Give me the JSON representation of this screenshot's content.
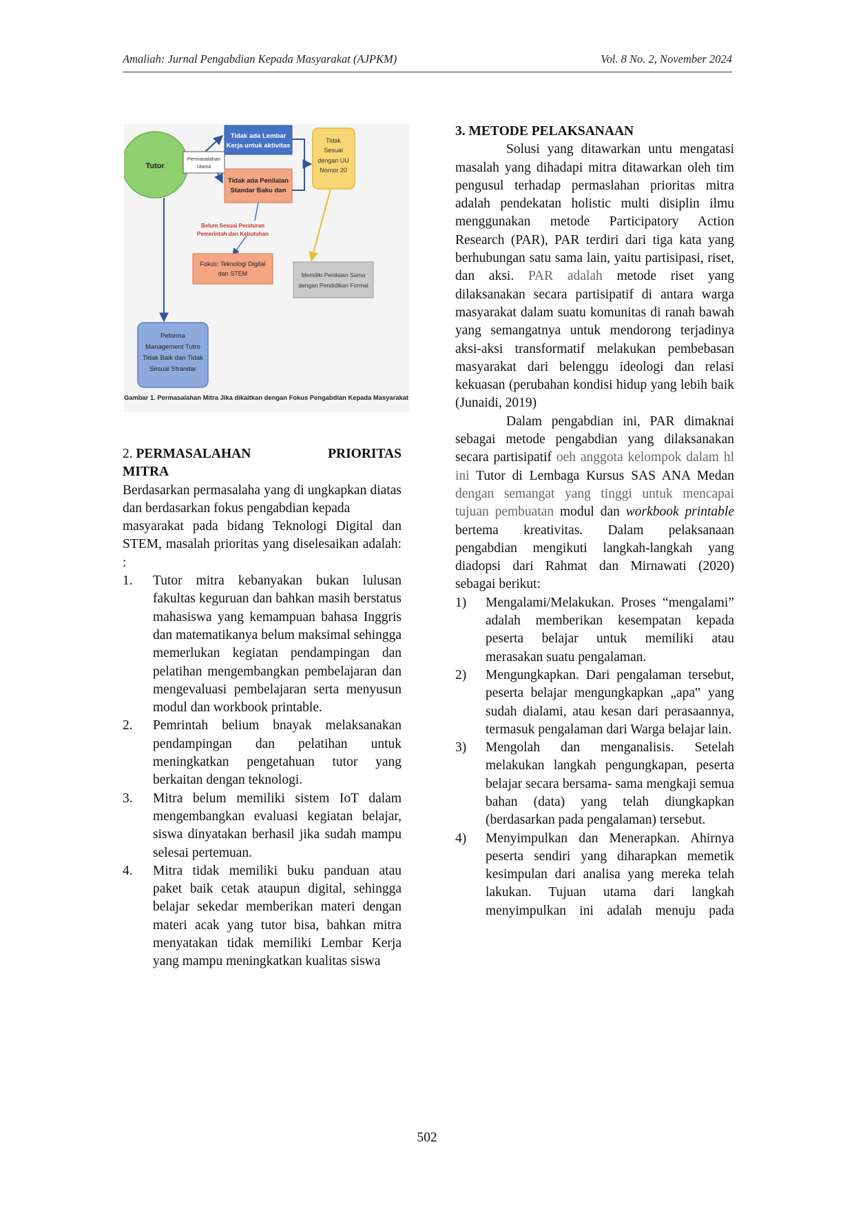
{
  "header": {
    "journal": "Amaliah: Jurnal Pengabdian Kepada Masyarakat (AJPKM)",
    "volume": "Vol. 8 No. 2, November 2024"
  },
  "figure": {
    "tutor": "Tutor",
    "permasalahan_l1": "Permasalahan",
    "permasalahan_l2": "Utama",
    "lembar_l1": "Tidak ada Lembar",
    "lembar_l2": "Kerja untuk aktivitas",
    "penilaian_l1": "Tidak ada Penilaian",
    "penilaian_l2": "Standar Baku dan",
    "sesuai_l1": "Tidak",
    "sesuai_l2": "Sesuai",
    "sesuai_l3": "dengan UU",
    "sesuai_l4": "Nomor 20",
    "belum_l1": "Belum Sesuai Peraturan",
    "belum_l2": "Pemerintah dan Kebutuhan",
    "fokus_l1": "Fokus: Teknologi Digital",
    "fokus_l2": "dan STEM",
    "memiliki_l1": "Memiliki Penilaian Sama",
    "memiliki_l2": "dengan Pendidikan Formal",
    "performa_l1": "Peforma",
    "performa_l2": "Management Tutro",
    "performa_l3": "Tidak Baik dan Tidak",
    "performa_l4": "Sesuai Strandar",
    "caption": "Gambar 1. Permasalahan Mitra Jika dikaitkan dengan Fokus Pengabdian Kepada Masyarakat"
  },
  "section2": {
    "number": "2.",
    "title_a": "PERMASALAHAN",
    "title_b": "PRIORITAS",
    "title_c": "MITRA",
    "intro_1": "Berdasarkan permasalaha yang di ungkapkan diatas dan berdasarkan fokus pengabdian kepada",
    "intro_2": "masyarakat pada bidang Teknologi Digital dan STEM, masalah prioritas yang diselesaikan adalah: :",
    "items": [
      {
        "marker": "1.",
        "text": "Tutor mitra kebanyakan bukan lulusan fakultas keguruan dan bahkan masih berstatus mahasiswa yang kemampuan bahasa Inggris dan matematikanya belum maksimal sehingga memerlukan kegiatan pendampingan dan pelatihan mengembangkan pembelajaran dan mengevaluasi pembelajaran serta menyusun modul dan workbook printable."
      },
      {
        "marker": "2.",
        "text": "Pemrintah belium bnayak melaksanakan pendampingan dan pelatihan untuk meningkatkan pengetahuan tutor yang berkaitan dengan teknologi."
      },
      {
        "marker": "3.",
        "text": "Mitra belum memiliki sistem IoT dalam mengembangkan evaluasi kegiatan belajar, siswa dinyatakan berhasil jika sudah mampu selesai pertemuan."
      },
      {
        "marker": "4.",
        "text": "Mitra tidak memiliki buku panduan atau paket baik cetak ataupun digital, sehingga belajar sekedar memberikan materi dengan materi acak yang tutor bisa, bahkan mitra menyatakan tidak memiliki Lembar Kerja yang mampu meningkatkan kualitas siswa"
      }
    ]
  },
  "section3": {
    "title": "3. METODE PELAKSANAAN",
    "para1_a": "Solusi yang ditawarkan untu mengatasi masalah yang dihadapi mitra ditawarkan oleh tim pengusul terhadap permaslahan prioritas mitra adalah pendekatan holistic multi disiplin ilmu menggunakan metode Participatory Action Research (PAR), PAR terdiri dari tiga kata yang berhubungan satu sama lain, yaitu partisipasi, riset, dan aksi.",
    "para1_grey": "PAR adalah",
    "para1_b": "metode riset yang dilaksanakan secara partisipatif di antara warga masyarakat dalam suatu komunitas di ranah bawah yang semangatnya untuk mendorong terjadinya aksi-aksi transformatif melakukan pembebasan masyarakat dari belenggu ideologi dan relasi kekuasan (perubahan kondisi hidup yang lebih baik (Junaidi, 2019)",
    "para2_a": "Dalam pengabdian ini, PAR dimaknai sebagai metode pengabdian yang dilaksanakan secara partisipatif",
    "para2_grey1": "oeh anggota kelompok dalam hl ini",
    "para2_b": "Tutor di Lembaga Kursus SAS ANA Medan",
    "para2_grey2": "dengan semangat yang tinggi untuk mencapai tujuan pembuatan",
    "para2_c": "modul dan",
    "para2_italic": "workbook printable",
    "para2_d": "bertema kreativitas. Dalam pelaksanaan pengabdian mengikuti langkah-langkah yang diadopsi dari Rahmat dan Mirnawati (2020) sebagai berikut:",
    "items": [
      {
        "marker": "1)",
        "text": "Mengalami/Melakukan. Proses “mengalami” adalah memberikan kesempatan kepada peserta belajar untuk memiliki atau merasakan suatu pengalaman."
      },
      {
        "marker": "2)",
        "text": "Mengungkapkan. Dari pengalaman tersebut, peserta belajar mengungkapkan „apa‟ yang sudah dialami, atau kesan dari perasaannya, termasuk pengalaman dari Warga belajar lain."
      },
      {
        "marker": "3)",
        "text": "Mengolah dan menganalisis. Setelah melakukan langkah pengungkapan, peserta belajar secara bersama- sama mengkaji semua bahan (data) yang telah diungkapkan (berdasarkan pada pengalaman) tersebut."
      },
      {
        "marker": "4)",
        "text": "Menyimpulkan dan Menerapkan. Ahirnya peserta sendiri yang diharapkan memetik kesimpulan dari analisa yang mereka telah lakukan. Tujuan utama dari langkah menyimpulkan ini adalah menuju pada"
      }
    ]
  },
  "footer": {
    "page_number": "502"
  }
}
